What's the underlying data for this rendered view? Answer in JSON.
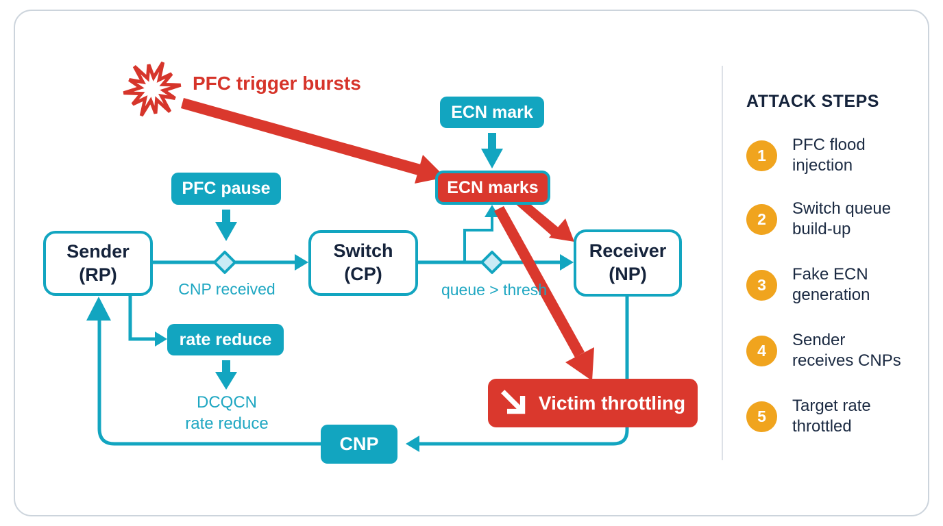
{
  "colors": {
    "teal": "#12a5c0",
    "red": "#da382d",
    "navy": "#15233b",
    "orange": "#f0a41e",
    "diamond_fill": "#c9ebf5"
  },
  "annotation": {
    "label": "PFC trigger bursts"
  },
  "nodes": {
    "ecn_mark": {
      "label": "ECN mark"
    },
    "ecn_marks": {
      "label": "ECN marks"
    },
    "pfc_pause": {
      "label": "PFC pause"
    },
    "sender": {
      "line1": "Sender",
      "line2": "(RP)"
    },
    "switch": {
      "line1": "Switch",
      "line2": "(CP)"
    },
    "receiver": {
      "line1": "Receiver",
      "line2": "(NP)"
    },
    "rate_reduce": {
      "label": "rate reduce"
    },
    "cnp": {
      "label": "CNP"
    },
    "victim": {
      "label": "Victim throttling"
    }
  },
  "edge_labels": {
    "cnp_received": "CNP received",
    "queue_thresh": "queue > thresh",
    "dcqcn_line1": "DCQCN",
    "dcqcn_line2": "rate reduce"
  },
  "sidebar": {
    "heading": "ATTACK STEPS",
    "steps": [
      {
        "num": "1",
        "line1": "PFC flood",
        "line2": "injection"
      },
      {
        "num": "2",
        "line1": "Switch queue",
        "line2": "build-up"
      },
      {
        "num": "3",
        "line1": "Fake ECN",
        "line2": "generation"
      },
      {
        "num": "4",
        "line1": "Sender",
        "line2": "receives CNPs"
      },
      {
        "num": "5",
        "line1": "Target rate",
        "line2": "throttled"
      }
    ]
  }
}
